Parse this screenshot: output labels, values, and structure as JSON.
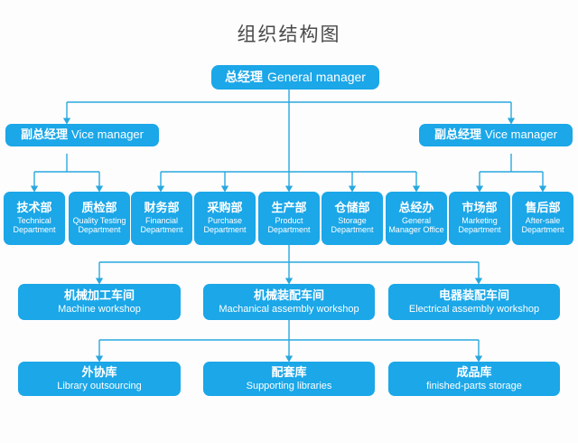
{
  "title": "组织结构图",
  "theme": {
    "box_fill": "#1BA7E8",
    "line_color": "#29A8DF",
    "text_color": "#ffffff",
    "title_color": "#4a4a4a",
    "background": "#fdfdfd"
  },
  "levels": {
    "general_manager": {
      "cn": "总经理",
      "en": "General manager"
    },
    "vice_manager_left": {
      "cn": "副总经理",
      "en": "Vice manager"
    },
    "vice_manager_right": {
      "cn": "副总经理",
      "en": "Vice manager"
    }
  },
  "departments": [
    {
      "cn": "技术部",
      "en": "Technical Department"
    },
    {
      "cn": "质检部",
      "en": "Quality Testing Department"
    },
    {
      "cn": "财务部",
      "en": "Financial Department"
    },
    {
      "cn": "采购部",
      "en": "Purchase Department"
    },
    {
      "cn": "生产部",
      "en": "Product Department"
    },
    {
      "cn": "仓储部",
      "en": "Storage Department"
    },
    {
      "cn": "总经办",
      "en": "General Manager Office"
    },
    {
      "cn": "市场部",
      "en": "Marketing Department"
    },
    {
      "cn": "售后部",
      "en": "After-sale Department"
    }
  ],
  "workshops": [
    {
      "cn": "机械加工车间",
      "en": "Machine workshop"
    },
    {
      "cn": "机械装配车间",
      "en": "Machanical assembly workshop"
    },
    {
      "cn": "电器装配车间",
      "en": "Electrical assembly workshop"
    }
  ],
  "storages": [
    {
      "cn": "外协库",
      "en": "Library outsourcing"
    },
    {
      "cn": "配套库",
      "en": "Supporting libraries"
    },
    {
      "cn": "成品库",
      "en": "finished-parts storage"
    }
  ]
}
